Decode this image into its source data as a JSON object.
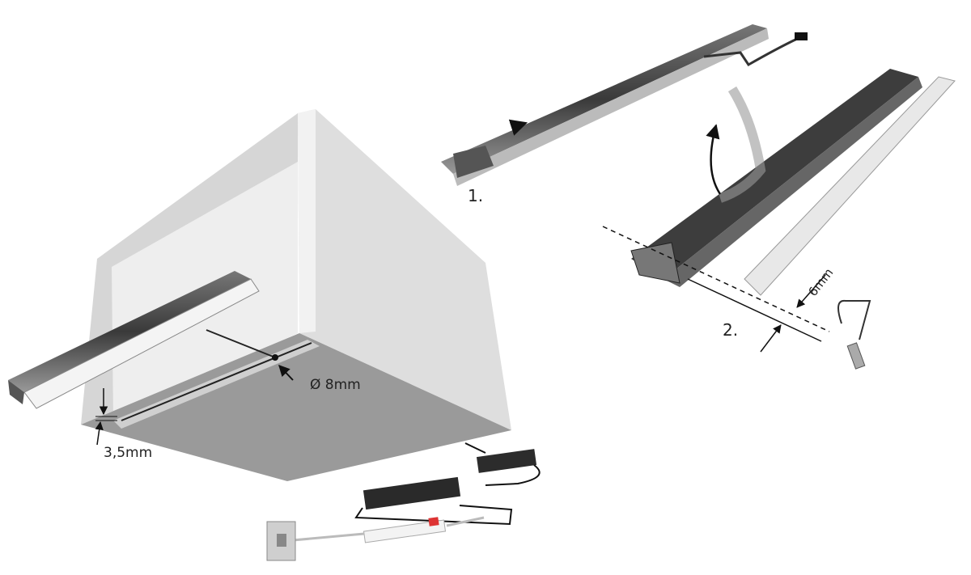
{
  "labels": {
    "step1": "1.",
    "step2": "2.",
    "cut_offset": "6mm",
    "hole_diameter": "Ø 8mm",
    "groove_depth": "3,5mm"
  },
  "colors": {
    "cabinet_light": "#e6e6e6",
    "cabinet_mid": "#c8c8c8",
    "cabinet_dark": "#8f8f8f",
    "profile": "#4a4a4a"
  }
}
